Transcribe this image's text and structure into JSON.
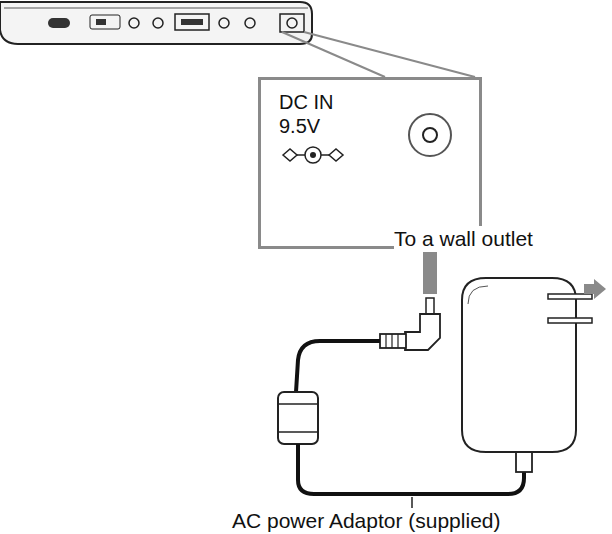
{
  "diagram": {
    "nodes": [
      {
        "text": [
          "DC IN 9.5V"
        ]
      }
    ],
    "labels": [
      "To a wall outlet",
      "AC power Adaptor (supplied)"
    ]
  }
}
